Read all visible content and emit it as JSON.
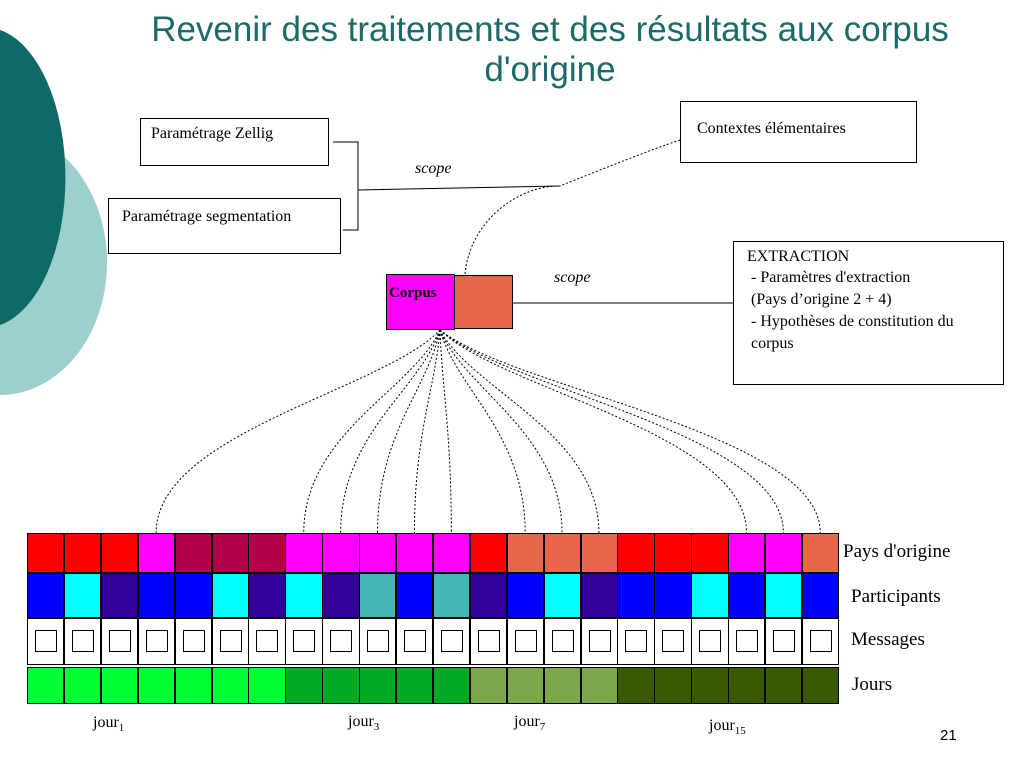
{
  "slide": {
    "title": "Revenir des traitements et des résultats aux corpus d'origine",
    "page_number": "21"
  },
  "boxes": {
    "zellig": "Paramétrage Zellig",
    "segmentation": "Paramétrage segmentation",
    "contextes": "Contextes élémentaires",
    "extraction": {
      "title": "EXTRACTION",
      "lines": [
        "- Paramètres d'extraction",
        "(Pays d’origine 2 + 4)",
        "- Hypothèses de constitution du",
        "corpus"
      ]
    }
  },
  "scope_labels": [
    "scope",
    "scope"
  ],
  "corpus": {
    "label": "Corpus",
    "color": "#ff00ff",
    "extension_color": "#e8664a"
  },
  "row_labels": {
    "pays": "Pays d'origine",
    "participants": "Participants",
    "messages": "Messages",
    "jours": "Jours"
  },
  "jour_labels": [
    {
      "base": "jour",
      "sub": "1"
    },
    {
      "base": "jour",
      "sub": "3"
    },
    {
      "base": "jour",
      "sub": "7"
    },
    {
      "base": "jour",
      "sub": "15"
    }
  ],
  "colors": {
    "pays_row": [
      "#ff0000",
      "#ff0000",
      "#ff0000",
      "#ff00ff",
      "#b0004a",
      "#b0004a",
      "#b0004a",
      "#ff00ff",
      "#ff00ff",
      "#ff00ff",
      "#ff00ff",
      "#ff00ff",
      "#ff0000",
      "#e8664a",
      "#e8664a",
      "#e8664a",
      "#ff0000",
      "#ff0000",
      "#ff0000",
      "#ff00ff",
      "#ff00ff",
      "#e8664a"
    ],
    "participants_row": [
      "#0000ff",
      "#00ffff",
      "#330099",
      "#0000ff",
      "#0000ff",
      "#00ffff",
      "#330099",
      "#00ffff",
      "#330099",
      "#44b8b8",
      "#0000ff",
      "#44b8b8",
      "#330099",
      "#0000ff",
      "#00ffff",
      "#330099",
      "#0000ff",
      "#0000ff",
      "#00ffff",
      "#0000ff",
      "#00ffff",
      "#0000ff"
    ],
    "jours_row": [
      "#00ff33",
      "#00ff33",
      "#00ff33",
      "#00ff33",
      "#00ff33",
      "#00ff33",
      "#00ff33",
      "#00aa22",
      "#00aa22",
      "#00aa22",
      "#00aa22",
      "#00aa22",
      "#7aa84a",
      "#7aa84a",
      "#7aa84a",
      "#7aa84a",
      "#3a5a00",
      "#3a5a00",
      "#3a5a00",
      "#3a5a00",
      "#3a5a00",
      "#3a5a00"
    ],
    "title": "#1d6a6a",
    "deco_dark": "#0e6a66",
    "deco_light": "#9ecfcf"
  }
}
